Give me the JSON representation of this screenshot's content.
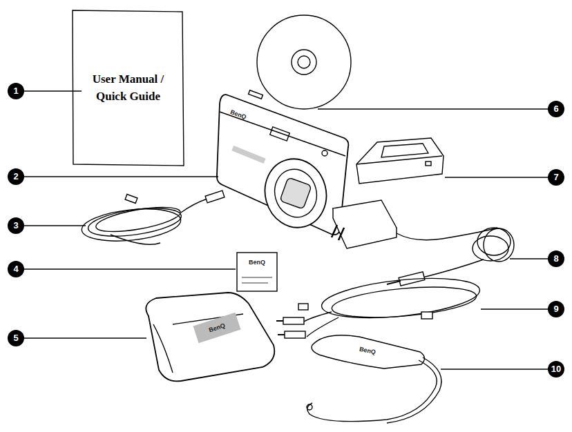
{
  "diagram": {
    "nodes": [
      {
        "text": [
          "User Manual / Quick Guide"
        ]
      }
    ],
    "labels": [
      "1",
      "2",
      "3",
      "4",
      "5",
      "6",
      "7",
      "8",
      "9",
      "10",
      "BenQ",
      "BenQ",
      "BenQ",
      "BenQ"
    ]
  }
}
